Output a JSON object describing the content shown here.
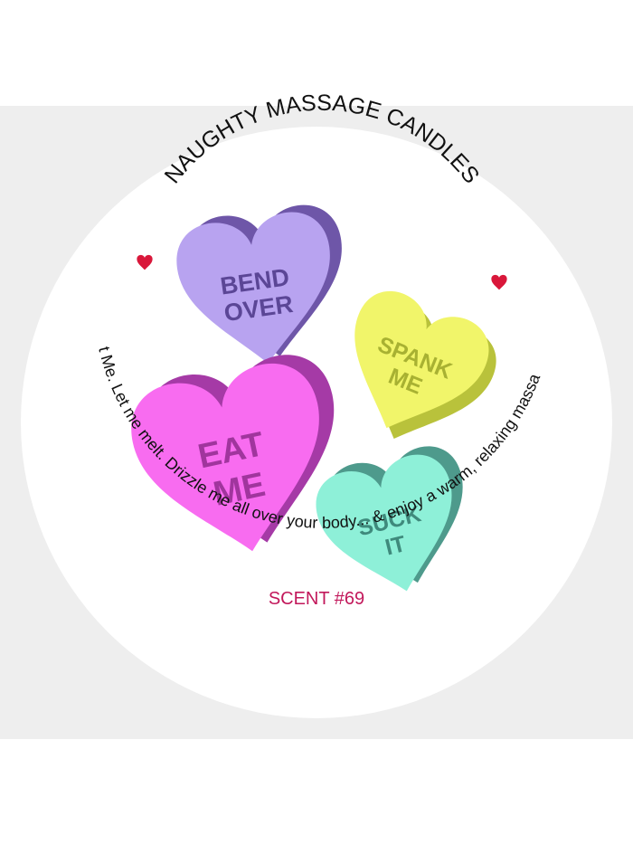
{
  "label": {
    "title": "NAUGHTY MASSAGE CANDLES",
    "instructions": "Light Me. Let me melt. Drizzle me all over your body... & enjoy a warm, relaxing massage.",
    "scent": "SCENT #69"
  },
  "hearts": [
    {
      "line1": "BEND",
      "line2": "OVER",
      "color": "#b8a3f0",
      "shadow": "#6e56a8",
      "text_color": "#5b4696"
    },
    {
      "line1": "SPANK",
      "line2": "ME",
      "color": "#f1f56a",
      "shadow": "#b9c23b",
      "text_color": "#a8b132"
    },
    {
      "line1": "EAT",
      "line2": "ME",
      "color": "#f86cf0",
      "shadow": "#a53aa6",
      "text_color": "#a0359d"
    },
    {
      "line1": "SUCK",
      "line2": "IT",
      "color": "#8ef0d8",
      "shadow": "#4e9a8c",
      "text_color": "#3f8a7c"
    }
  ],
  "colors": {
    "background_band": "#eeeeee",
    "label_circle": "#ffffff",
    "heart_accent": "#d9173a",
    "scent_text": "#c2185b",
    "curve_text": "#111111"
  }
}
